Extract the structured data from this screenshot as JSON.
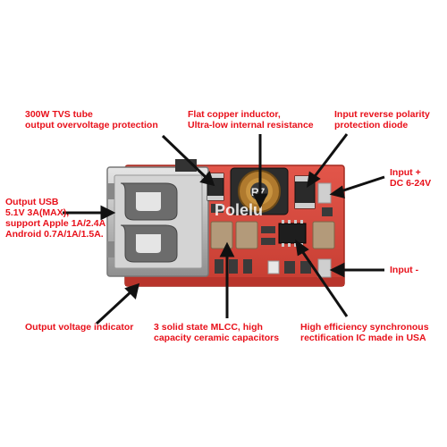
{
  "labels": {
    "tvs": [
      "300W TVS tube",
      "output overvoltage protection"
    ],
    "inductor": [
      "Flat copper inductor,",
      "Ultra-low internal resistance"
    ],
    "reverse": [
      "Input reverse polarity",
      "protection diode"
    ],
    "input_plus": [
      "Input +",
      "DC 6-24V"
    ],
    "output_usb": [
      "Output USB",
      "5.1V 3A(MAX),",
      "support Apple 1A/2.4A",
      "Android 0.7A/1A/1.5A."
    ],
    "input_minus": [
      "Input -"
    ],
    "indicator": [
      "Output voltage indicator"
    ],
    "mlcc": [
      "3 solid state MLCC, high",
      "capacity ceramic capacitors"
    ],
    "sync": [
      "High efficiency synchronous",
      "rectification IC made in USA"
    ]
  },
  "board": {
    "inductor_marking": "R7",
    "watermark": "Polelu"
  },
  "colors": {
    "label_text": "#e8101a",
    "arrow": "#111111",
    "pcb": "#d9463a",
    "pcb_dark": "#b8342b",
    "usb_metal": "#c9c9c9"
  }
}
